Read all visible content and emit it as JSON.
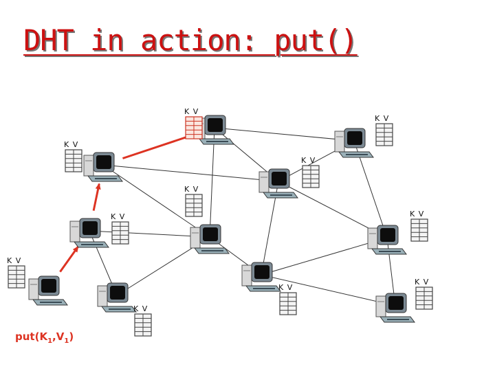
{
  "title": "DHT in action: put()",
  "table_header": "K  V",
  "operation": {
    "func": "put(K",
    "k_sub": "1",
    "sep": ",V",
    "v_sub": "1",
    "close": ")"
  },
  "colors": {
    "title": "#cc1111",
    "path_arrow": "#dd3322",
    "link": "#333333",
    "highlight_table": "#cc3322"
  },
  "peers": [
    {
      "id": "peer-top",
      "table_header": "K  V",
      "highlighted": true
    },
    {
      "id": "peer-top-right",
      "table_header": "K  V"
    },
    {
      "id": "peer-upper-left",
      "table_header": "K  V"
    },
    {
      "id": "peer-upper-mid",
      "table_header": "K  V"
    },
    {
      "id": "peer-center-left-1",
      "table_header": "K  V"
    },
    {
      "id": "peer-mid-left",
      "table_header": "K  V"
    },
    {
      "id": "peer-center",
      "table_header": "K  V"
    },
    {
      "id": "peer-mid-right",
      "table_header": "K  V"
    },
    {
      "id": "peer-lower-left",
      "table_header": "K  V"
    },
    {
      "id": "peer-lower-left-2",
      "table_header": "K  V"
    },
    {
      "id": "peer-lower-mid",
      "table_header": "K  V"
    },
    {
      "id": "peer-lower-right",
      "table_header": "K  V"
    }
  ],
  "links": [
    [
      "peer-top",
      "peer-top-right"
    ],
    [
      "peer-top",
      "peer-upper-mid"
    ],
    [
      "peer-top",
      "peer-center"
    ],
    [
      "peer-upper-left",
      "peer-upper-mid"
    ],
    [
      "peer-upper-left",
      "peer-center"
    ],
    [
      "peer-upper-mid",
      "peer-top-right"
    ],
    [
      "peer-upper-mid",
      "peer-mid-right"
    ],
    [
      "peer-top-right",
      "peer-mid-right"
    ],
    [
      "peer-mid-left",
      "peer-center"
    ],
    [
      "peer-mid-left",
      "peer-lower-left-2"
    ],
    [
      "peer-center",
      "peer-lower-left-2"
    ],
    [
      "peer-center",
      "peer-lower-mid"
    ],
    [
      "peer-upper-mid",
      "peer-lower-mid"
    ],
    [
      "peer-lower-mid",
      "peer-mid-right"
    ],
    [
      "peer-lower-mid",
      "peer-lower-right"
    ],
    [
      "peer-mid-right",
      "peer-lower-right"
    ]
  ],
  "route": [
    "peer-lower-left",
    "peer-mid-left",
    "peer-upper-left",
    "peer-top"
  ]
}
